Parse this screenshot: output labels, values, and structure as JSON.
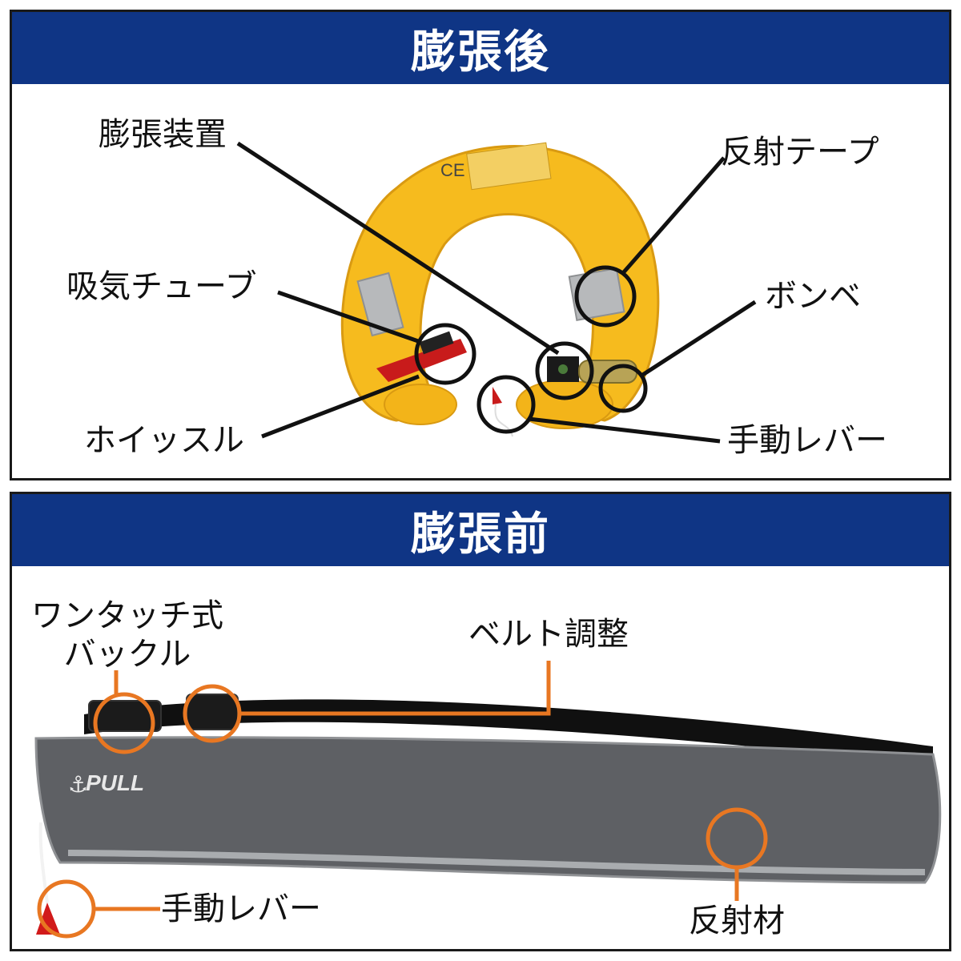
{
  "colors": {
    "header_bg": "#0f3585",
    "callout_black": "#111111",
    "callout_orange": "#e87722",
    "inflated_yellow": "#f6bb1e",
    "belt_gray": "#5e6064",
    "reflective": "#a9acaf",
    "manual_lever_red": "#d11a1a"
  },
  "after": {
    "title": "膨張後",
    "labels": {
      "inflator": "膨張装置",
      "reflective_tape": "反射テープ",
      "oral_tube": "吸気チューブ",
      "cylinder": "ボンベ",
      "whistle": "ホイッスル",
      "manual_lever": "手動レバー"
    },
    "product": {
      "ce_mark": "CE"
    }
  },
  "before": {
    "title": "膨張前",
    "labels": {
      "buckle": "ワンタッチ式\nバックル",
      "buckle_line1": "ワンタッチ式",
      "buckle_line2": "バックル",
      "belt_adjust": "ベルト調整",
      "manual_lever": "手動レバー",
      "reflective_material": "反射材"
    },
    "product": {
      "brand": "PULL"
    }
  }
}
